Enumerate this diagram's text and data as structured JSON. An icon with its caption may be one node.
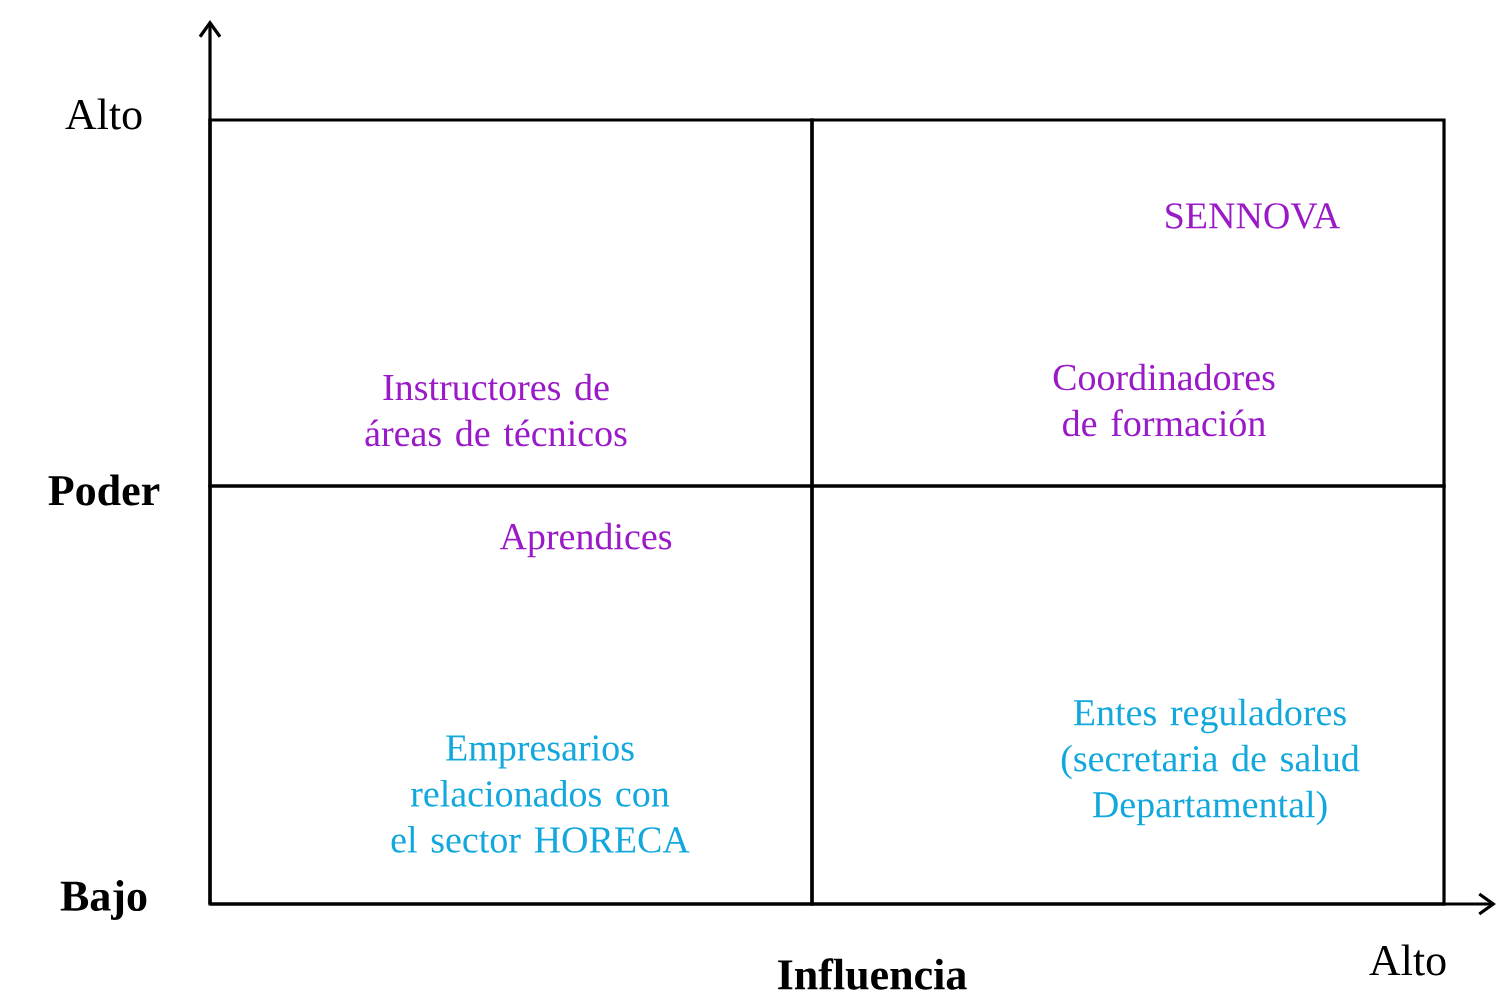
{
  "diagram": {
    "nodes": [
      {
        "text": [
          "Instructores de áreas de técnicos"
        ]
      },
      {
        "text": [
          "SENNOVA",
          "Coordinadores de formación"
        ]
      },
      {
        "text": [
          "Aprendices",
          "Empresarios relacionados con el sector HORECA"
        ]
      },
      {
        "text": [
          "Entes reguladores (secretaria de salud Departamental)"
        ]
      }
    ],
    "edges": [],
    "labels": [
      "Alto",
      "Poder",
      "Bajo",
      "Influencia",
      "Alto"
    ]
  }
}
